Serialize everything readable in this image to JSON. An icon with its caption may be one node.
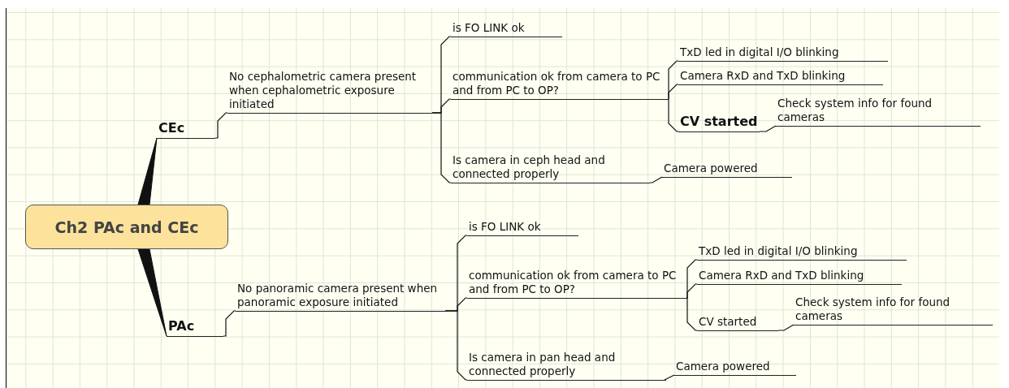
{
  "diagram": {
    "nodes": [
      {
        "text": [
          "Ch2 PAc and CEc"
        ]
      },
      {
        "text": [
          "CEc"
        ]
      },
      {
        "text": [
          "No cephalometric camera present when cephalometric exposure initiated"
        ]
      },
      {
        "text": [
          "is FO LINK ok"
        ]
      },
      {
        "text": [
          "communication ok from camera to PC and from PC to OP?"
        ]
      },
      {
        "text": [
          "TxD led in digital I/O blinking"
        ]
      },
      {
        "text": [
          "Camera RxD and TxD blinking"
        ]
      },
      {
        "text": [
          "CV started"
        ]
      },
      {
        "text": [
          "Check system info for found cameras"
        ]
      },
      {
        "text": [
          "Is camera in ceph head and connected properly"
        ]
      },
      {
        "text": [
          "Camera powered"
        ]
      },
      {
        "text": [
          "PAc"
        ]
      },
      {
        "text": [
          "No panoramic camera present when panoramic exposure initiated"
        ]
      },
      {
        "text": [
          "is FO LINK ok"
        ]
      },
      {
        "text": [
          "communication ok from camera to PC and from PC to OP?"
        ]
      },
      {
        "text": [
          "TxD led in digital I/O blinking"
        ]
      },
      {
        "text": [
          "Camera RxD and TxD blinking"
        ]
      },
      {
        "text": [
          "CV started"
        ]
      },
      {
        "text": [
          "Check system info for found cameras"
        ]
      },
      {
        "text": [
          "Is camera in pan head and connected properly"
        ]
      },
      {
        "text": [
          "Camera powered"
        ]
      }
    ],
    "edges": [
      {
        "from": 0,
        "to": 1,
        "arrow": "none",
        "style": "thick"
      },
      {
        "from": 0,
        "to": 11,
        "arrow": "none",
        "style": "thick"
      },
      {
        "from": 1,
        "to": 2,
        "arrow": "none"
      },
      {
        "from": 2,
        "to": 3,
        "arrow": "none"
      },
      {
        "from": 2,
        "to": 4,
        "arrow": "none"
      },
      {
        "from": 2,
        "to": 9,
        "arrow": "none"
      },
      {
        "from": 4,
        "to": 5,
        "arrow": "none"
      },
      {
        "from": 4,
        "to": 6,
        "arrow": "none"
      },
      {
        "from": 4,
        "to": 7,
        "arrow": "none"
      },
      {
        "from": 7,
        "to": 8,
        "arrow": "none"
      },
      {
        "from": 9,
        "to": 10,
        "arrow": "none"
      },
      {
        "from": 11,
        "to": 12,
        "arrow": "none"
      },
      {
        "from": 12,
        "to": 13,
        "arrow": "none"
      },
      {
        "from": 12,
        "to": 14,
        "arrow": "none"
      },
      {
        "from": 12,
        "to": 19,
        "arrow": "none"
      },
      {
        "from": 14,
        "to": 15,
        "arrow": "none"
      },
      {
        "from": 14,
        "to": 16,
        "arrow": "none"
      },
      {
        "from": 14,
        "to": 17,
        "arrow": "none"
      },
      {
        "from": 17,
        "to": 18,
        "arrow": "none"
      },
      {
        "from": 19,
        "to": 20,
        "arrow": "none"
      }
    ]
  }
}
